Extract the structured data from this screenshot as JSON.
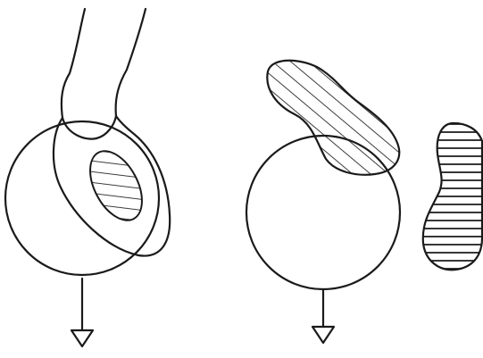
{
  "figure": {
    "left_panel": {
      "parts": [
        "leg-outline",
        "foot-contact-outline",
        "ball-circle",
        "hatched-contact-area",
        "downward-force-arrow"
      ]
    },
    "right_panel": {
      "parts": [
        "hatched-foot-over-ball",
        "ball-circle",
        "downward-force-arrow",
        "hatched-footprint"
      ]
    },
    "colors": {
      "ink": "#1a1a1a",
      "background": "#ffffff"
    }
  }
}
